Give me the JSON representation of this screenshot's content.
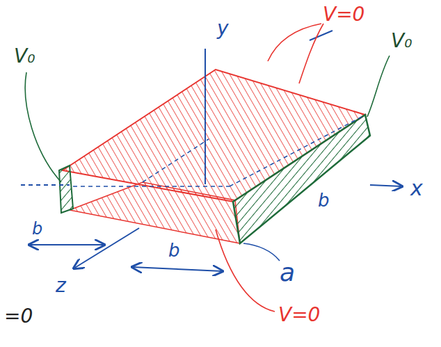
{
  "diagram": {
    "labels": [
      "V=0",
      "V₀",
      "V₀",
      "y",
      "x",
      "z",
      "b",
      "b",
      "b",
      "a",
      "V=0",
      "=0"
    ]
  }
}
